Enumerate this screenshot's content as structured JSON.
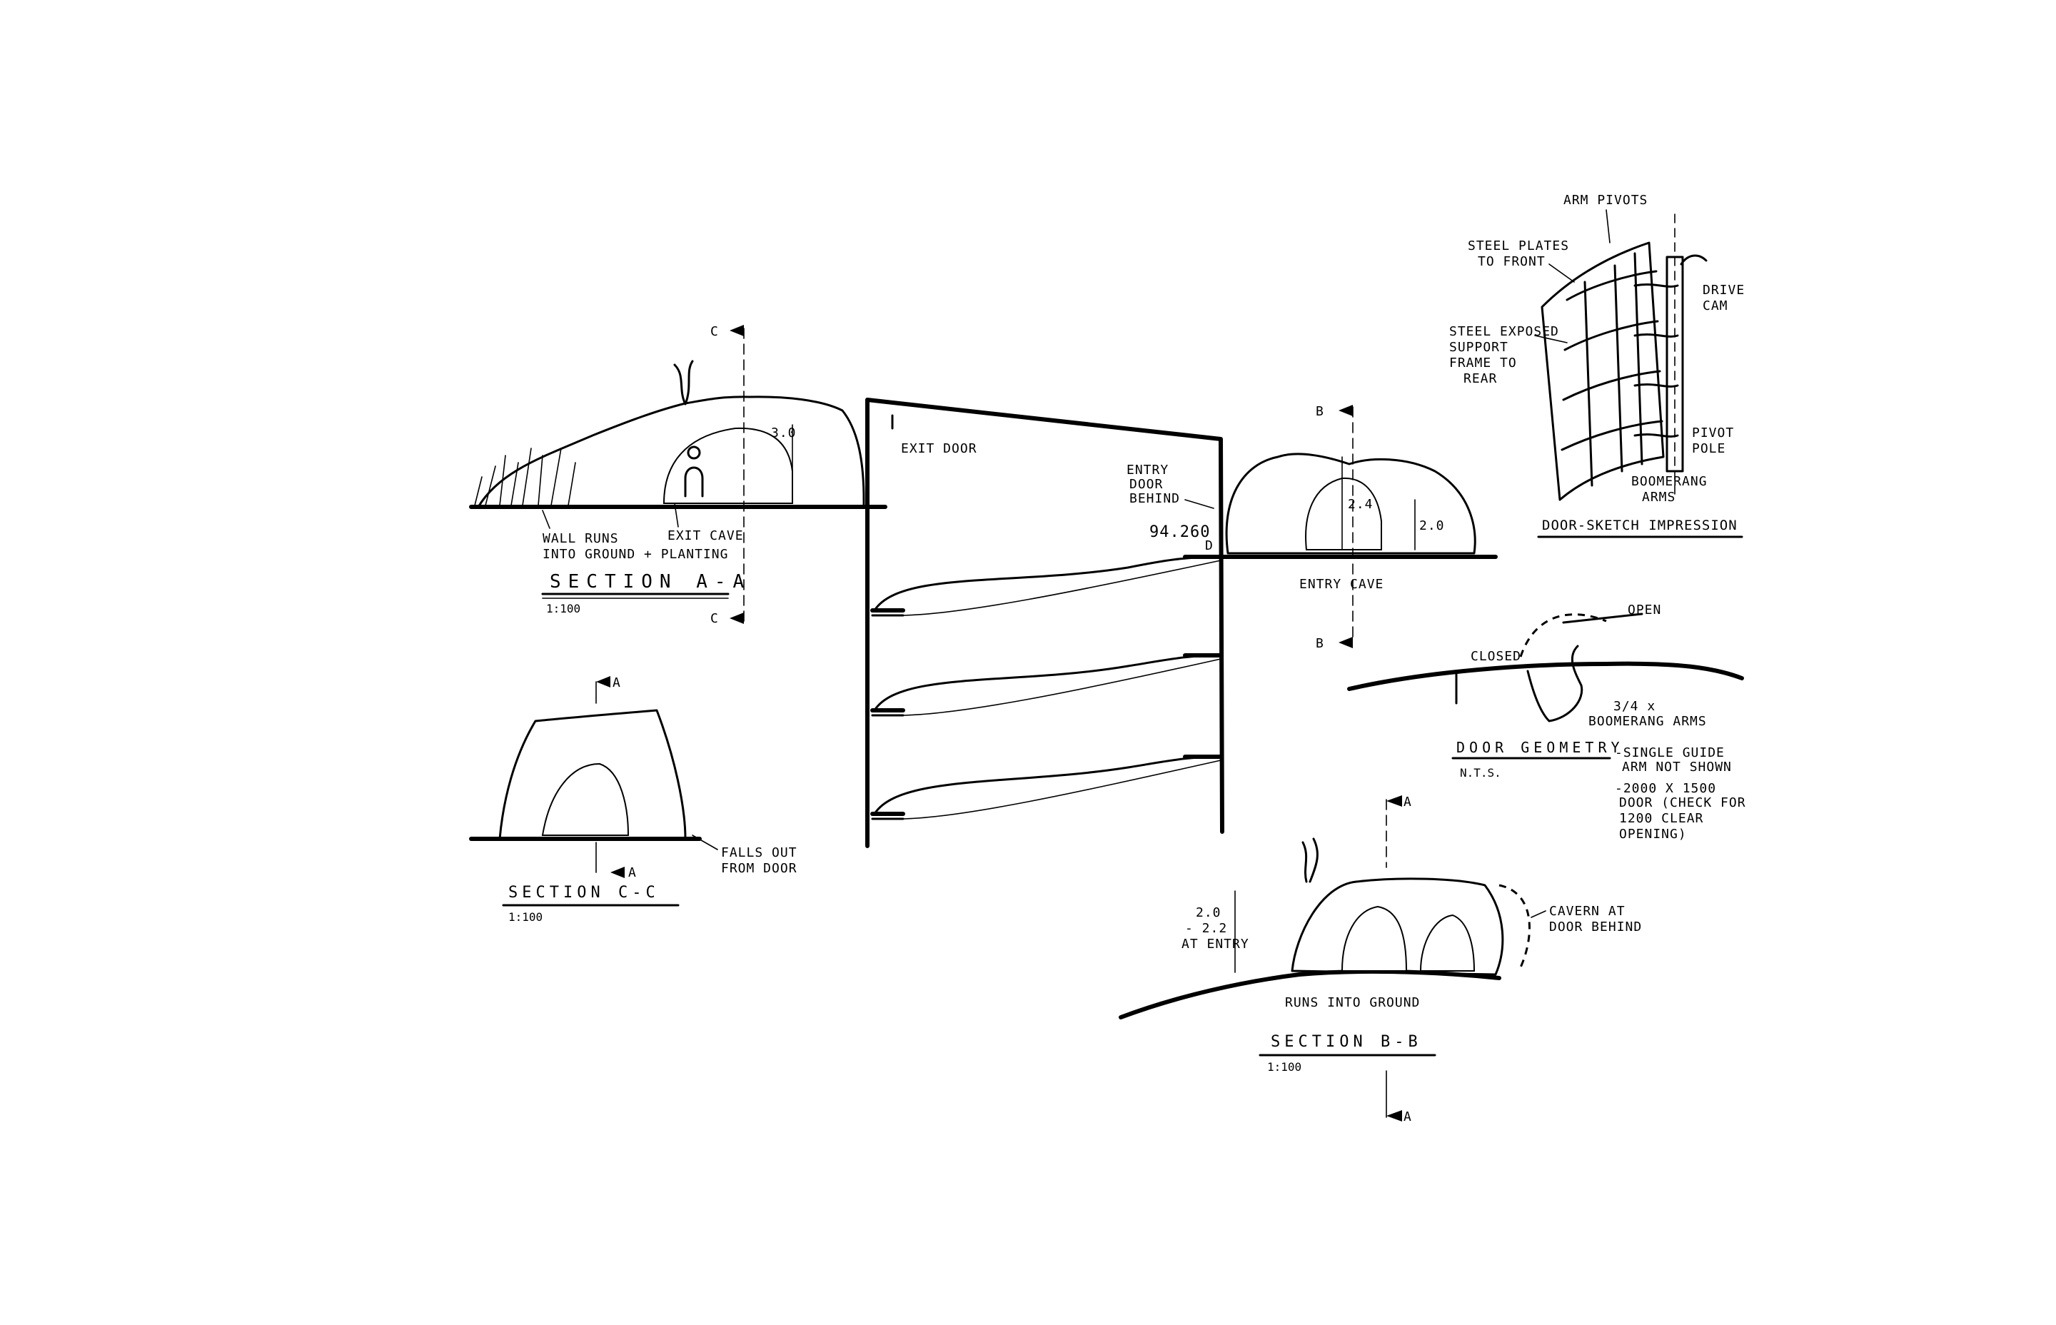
{
  "section_aa": {
    "title": "SECTION A-A",
    "scale": "1:100",
    "height_dim": "3.0",
    "notes": {
      "wall_runs_1": "WALL RUNS",
      "wall_runs_2": "INTO GROUND + PLANTING",
      "exit_cave": "EXIT CAVE",
      "exit_door": "EXIT DOOR"
    },
    "cut_marker": "C"
  },
  "central_section": {
    "entry_door_1": "ENTRY",
    "entry_door_2": "DOOR",
    "entry_door_3": "BEHIND",
    "level": "94.260",
    "level_suffix": "D"
  },
  "entry_cave": {
    "label": "ENTRY CAVE",
    "dim_left": "2.4",
    "dim_right": "2.0",
    "cut_marker": "B"
  },
  "door_sketch": {
    "title": "DOOR-SKETCH IMPRESSION",
    "arm_pivots": "ARM PIVOTS",
    "steel_plates_1": "STEEL PLATES",
    "steel_plates_2": "TO FRONT",
    "steel_exposed_1": "STEEL EXPOSED",
    "steel_exposed_2": "SUPPORT",
    "steel_exposed_3": "FRAME TO",
    "steel_exposed_4": "REAR",
    "drive_cam_1": "DRIVE",
    "drive_cam_2": "CAM",
    "pivot_pole_1": "PIVOT",
    "pivot_pole_2": "POLE",
    "boomerang_1": "BOOMERANG",
    "boomerang_2": "ARMS"
  },
  "door_geometry": {
    "title": "DOOR GEOMETRY",
    "scale": "N.T.S.",
    "open": "OPEN",
    "closed": "CLOSED",
    "arms_1": "3/4 x",
    "arms_2": "BOOMERANG ARMS",
    "note1_1": "-SINGLE GUIDE",
    "note1_2": "ARM NOT SHOWN",
    "note2_1": "-2000 X 1500",
    "note2_2": "DOOR (CHECK FOR",
    "note2_3": "1200 CLEAR",
    "note2_4": "OPENING)"
  },
  "section_cc": {
    "title": "SECTION C-C",
    "scale": "1:100",
    "falls_1": "FALLS OUT",
    "falls_2": "FROM DOOR",
    "cut_marker": "A"
  },
  "section_bb": {
    "title": "SECTION B-B",
    "scale": "1:100",
    "dim_1": "2.0",
    "dim_2": "- 2.2",
    "dim_3": "AT ENTRY",
    "runs_into_ground": "RUNS INTO GROUND",
    "cavern_1": "CAVERN AT",
    "cavern_2": "DOOR BEHIND",
    "cut_marker": "A"
  }
}
